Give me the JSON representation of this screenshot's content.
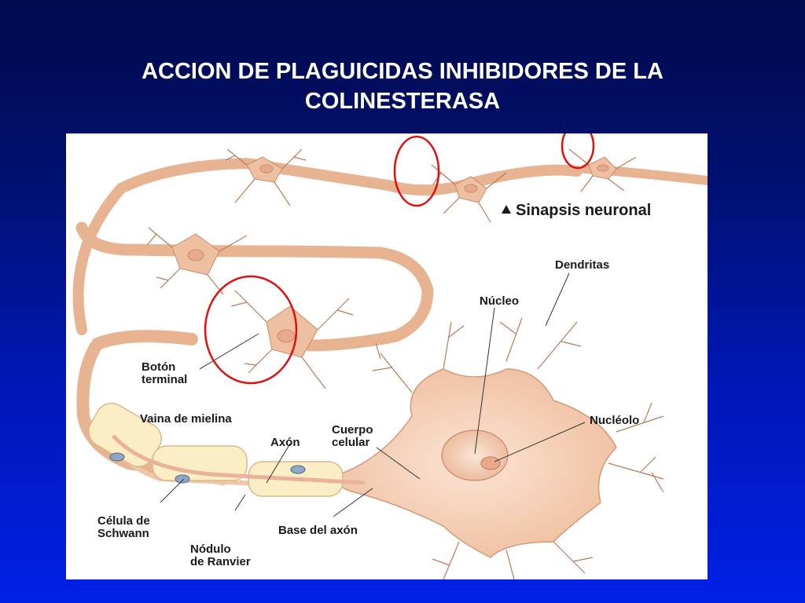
{
  "title": {
    "line1": "ACCION DE PLAGUICIDAS INHIBIDORES DE LA",
    "line2": "COLINESTERASA"
  },
  "figure": {
    "caption": "Sinapsis neuronal",
    "labels": {
      "dendritas": "Dendritas",
      "nucleo": "Núcleo",
      "boton_line1": "Botón",
      "boton_line2": "terminal",
      "vaina": "Vaina de mielina",
      "axon": "Axón",
      "cuerpo_line1": "Cuerpo",
      "cuerpo_line2": "celular",
      "nucleolo": "Nucléolo",
      "celula_line1": "Célula de",
      "celula_line2": "Schwann",
      "nodulo_line1": "Nódulo",
      "nodulo_line2": "de Ranvier",
      "base": "Base del axón"
    }
  },
  "colors": {
    "background_top": "#000a4d",
    "background_bottom": "#0020e6",
    "highlight_circle": "#e01010",
    "neuron_fill": "#f6d2bb",
    "myelin_fill": "#fbeec4"
  }
}
